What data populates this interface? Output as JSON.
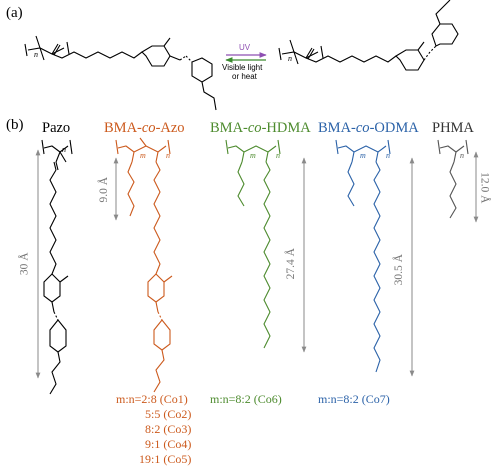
{
  "panels": {
    "a": "(a)",
    "b": "(b)"
  },
  "switch": {
    "forward": "UV",
    "reverse_line1": "Visible light",
    "reverse_line2": "or heat"
  },
  "polymers": [
    {
      "id": "pazo",
      "pre": "Pazo",
      "mid": "",
      "post": "",
      "color": "#000000"
    },
    {
      "id": "bma-azo",
      "pre": "BMA-",
      "mid": "co",
      "post": "-Azo",
      "color": "#cc5a1d"
    },
    {
      "id": "bma-hdma",
      "pre": "BMA-",
      "mid": "co",
      "post": "-HDMA",
      "color": "#4d8b2e"
    },
    {
      "id": "bma-odma",
      "pre": "BMA-",
      "mid": "co",
      "post": "-ODMA",
      "color": "#2b62a8"
    },
    {
      "id": "phma",
      "pre": "PHMA",
      "mid": "",
      "post": "",
      "color": "#333333"
    }
  ],
  "dimensions": {
    "pazo": "30 Å",
    "bma_azo": "9.0 Å",
    "hdma": "27.4 Å",
    "odma": "30.5 Å",
    "phma": "12.0 Å"
  },
  "subscripts": {
    "n": "n",
    "m": "m"
  },
  "ratios": {
    "azo": [
      "m:n=2:8 (Co1)",
      "5:5 (Co2)",
      "8:2 (Co3)",
      "9:1 (Co4)",
      "19:1 (Co5)"
    ],
    "hdma": "m:n=8:2 (Co6)",
    "odma": "m:n=8:2 (Co7)"
  }
}
